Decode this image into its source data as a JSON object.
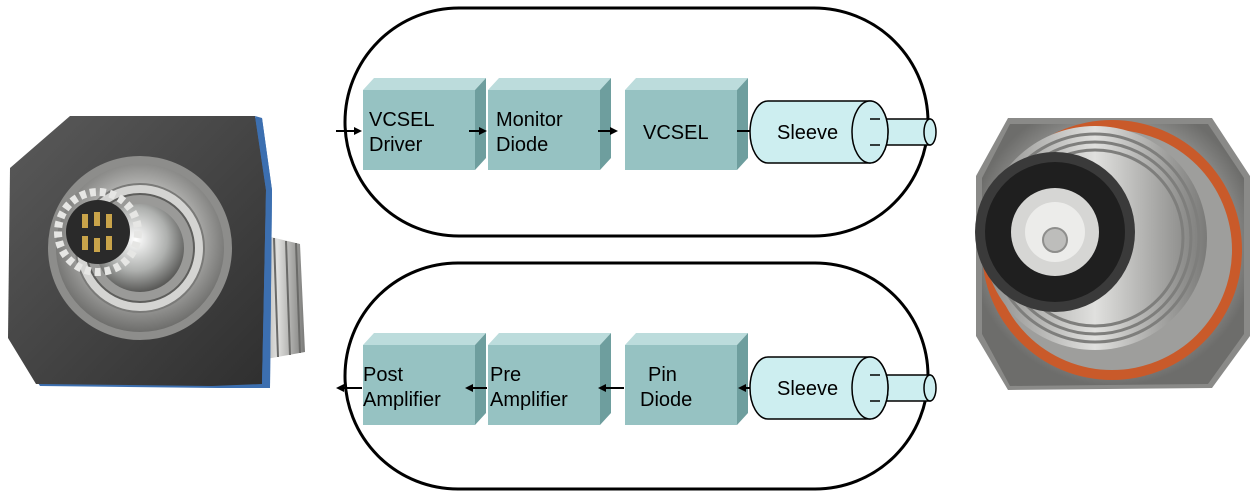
{
  "transmitter": {
    "blocks": [
      {
        "line1": "VCSEL",
        "line2": "Driver"
      },
      {
        "line1": "Monitor",
        "line2": "Diode"
      },
      {
        "line1": "VCSEL",
        "line2": ""
      }
    ],
    "sleeve_label": "Sleeve"
  },
  "receiver": {
    "blocks": [
      {
        "line1": "Post",
        "line2": "Amplifier"
      },
      {
        "line1": "Pre",
        "line2": "Amplifier"
      },
      {
        "line1": "Pin",
        "line2": "Diode"
      }
    ],
    "sleeve_label": "Sleeve"
  },
  "colors": {
    "block_face": "#96c2c2",
    "block_top": "#bcdcdc",
    "block_side": "#6e9e9e",
    "sleeve_fill": "#cdeef0",
    "connector_body": "#4a4a4a",
    "connector_metal": "#b9b9b7",
    "connector_blue": "#3c6fb0",
    "connector_orange": "#c95a2a"
  },
  "icons": {
    "left_photo": "connector-pin-receptacle-photo",
    "right_photo": "connector-socket-receptacle-photo"
  }
}
